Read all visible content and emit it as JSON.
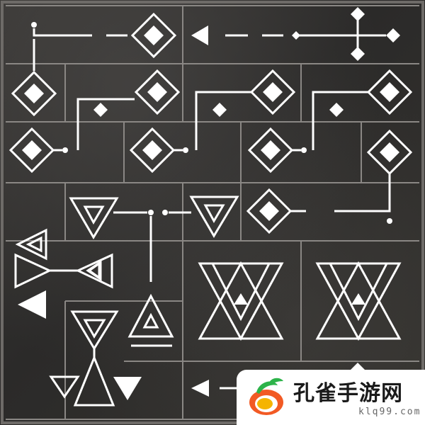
{
  "puzzle": {
    "name": "symbol-tile-puzzle",
    "rune_color": "#ffffff",
    "groove_color": "#8a8784",
    "stone_color": "#2f2d2b"
  },
  "watermark": {
    "title": "孔雀手游网",
    "subtitle": "klq99.com",
    "logo_colors": [
      "#f25a24",
      "#2db34a",
      "#f5b400"
    ]
  }
}
